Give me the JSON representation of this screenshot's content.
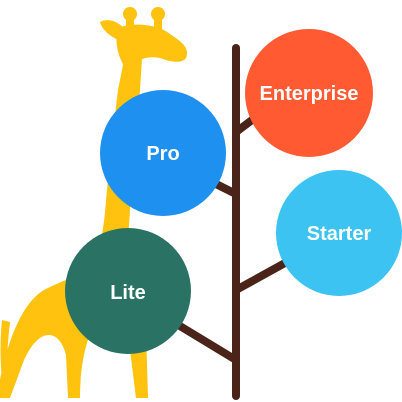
{
  "colors": {
    "giraffe": "#FFC20E",
    "trunk": "#4A2419",
    "enterprise": "#FF5A32",
    "pro": "#1E90F0",
    "starter": "#3CC3F2",
    "lite": "#2A7364",
    "label": "#FFFFFF"
  },
  "tiers": {
    "enterprise": {
      "label": "Enterprise"
    },
    "pro": {
      "label": "Pro"
    },
    "starter": {
      "label": "Starter"
    },
    "lite": {
      "label": "Lite"
    }
  }
}
